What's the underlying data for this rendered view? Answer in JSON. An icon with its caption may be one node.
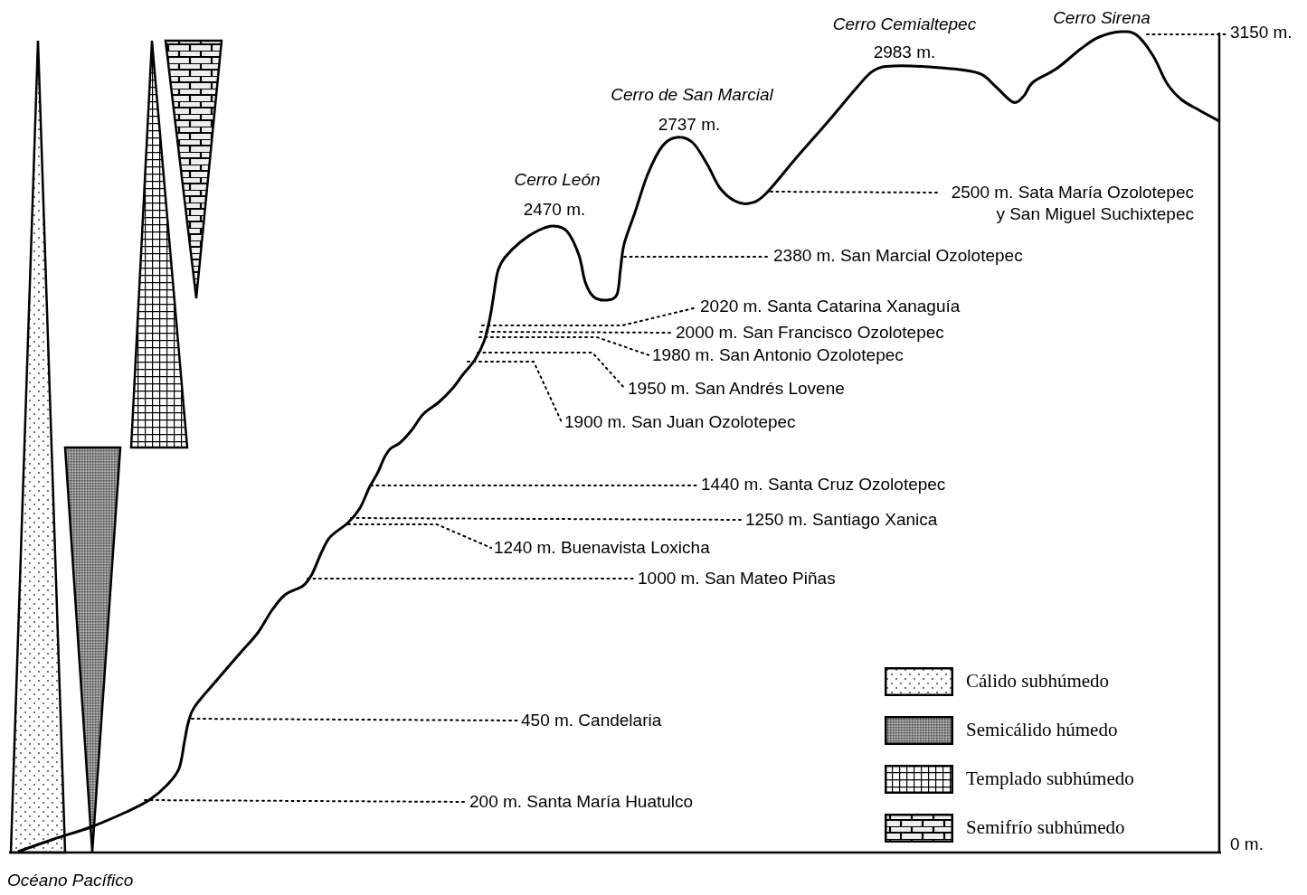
{
  "diagram": {
    "nodes": [
      {
        "text": [
          "2500 m. Sata María Ozolotepec y San Miguel Suchixtepec"
        ]
      },
      {
        "text": [
          "2380 m. San Marcial Ozolotepec"
        ]
      },
      {
        "text": [
          "2020 m. Santa Catarina Xanaguía"
        ]
      },
      {
        "text": [
          "2000 m. San Francisco Ozolotepec"
        ]
      },
      {
        "text": [
          "1980 m. San Antonio Ozolotepec"
        ]
      },
      {
        "text": [
          "1950 m. San Andrés Lovene"
        ]
      },
      {
        "text": [
          "1900 m. San Juan Ozolotepec"
        ]
      },
      {
        "text": [
          "1440 m. Santa Cruz Ozolotepec"
        ]
      },
      {
        "text": [
          "1250 m. Santiago Xanica"
        ]
      },
      {
        "text": [
          "1240 m. Buenavista Loxicha"
        ]
      },
      {
        "text": [
          "1000 m. San Mateo Piñas"
        ]
      },
      {
        "text": [
          "450 m. Candelaria"
        ]
      },
      {
        "text": [
          "200 m. Santa María Huatulco"
        ]
      }
    ],
    "edges": [
      {
        "from": 0,
        "to": null,
        "arrow": "none"
      },
      {
        "from": 1,
        "to": null,
        "arrow": "none"
      },
      {
        "from": 2,
        "to": null,
        "arrow": "none"
      },
      {
        "from": 3,
        "to": null,
        "arrow": "none"
      },
      {
        "from": 4,
        "to": null,
        "arrow": "none"
      },
      {
        "from": 5,
        "to": null,
        "arrow": "none"
      },
      {
        "from": 6,
        "to": null,
        "arrow": "none"
      },
      {
        "from": 7,
        "to": null,
        "arrow": "none"
      },
      {
        "from": 8,
        "to": null,
        "arrow": "none"
      },
      {
        "from": 9,
        "to": null,
        "arrow": "none"
      },
      {
        "from": 10,
        "to": null,
        "arrow": "none"
      },
      {
        "from": 11,
        "to": null,
        "arrow": "none"
      },
      {
        "from": 12,
        "to": null,
        "arrow": "none"
      }
    ],
    "labels": [
      "Cerro Cemialtepec",
      "Cerro Sirena",
      "3150 m.",
      "2983 m.",
      "Cerro de San Marcial",
      "2737 m.",
      "Cerro León",
      "2470 m.",
      "0 m.",
      "Océano Pacífico"
    ],
    "legend": [
      {
        "text": "Cálido subhúmedo"
      },
      {
        "text": "Semicálido húmedo"
      },
      {
        "text": "Templado subhúmedo"
      },
      {
        "text": "Semifrío subhúmedo"
      }
    ]
  }
}
